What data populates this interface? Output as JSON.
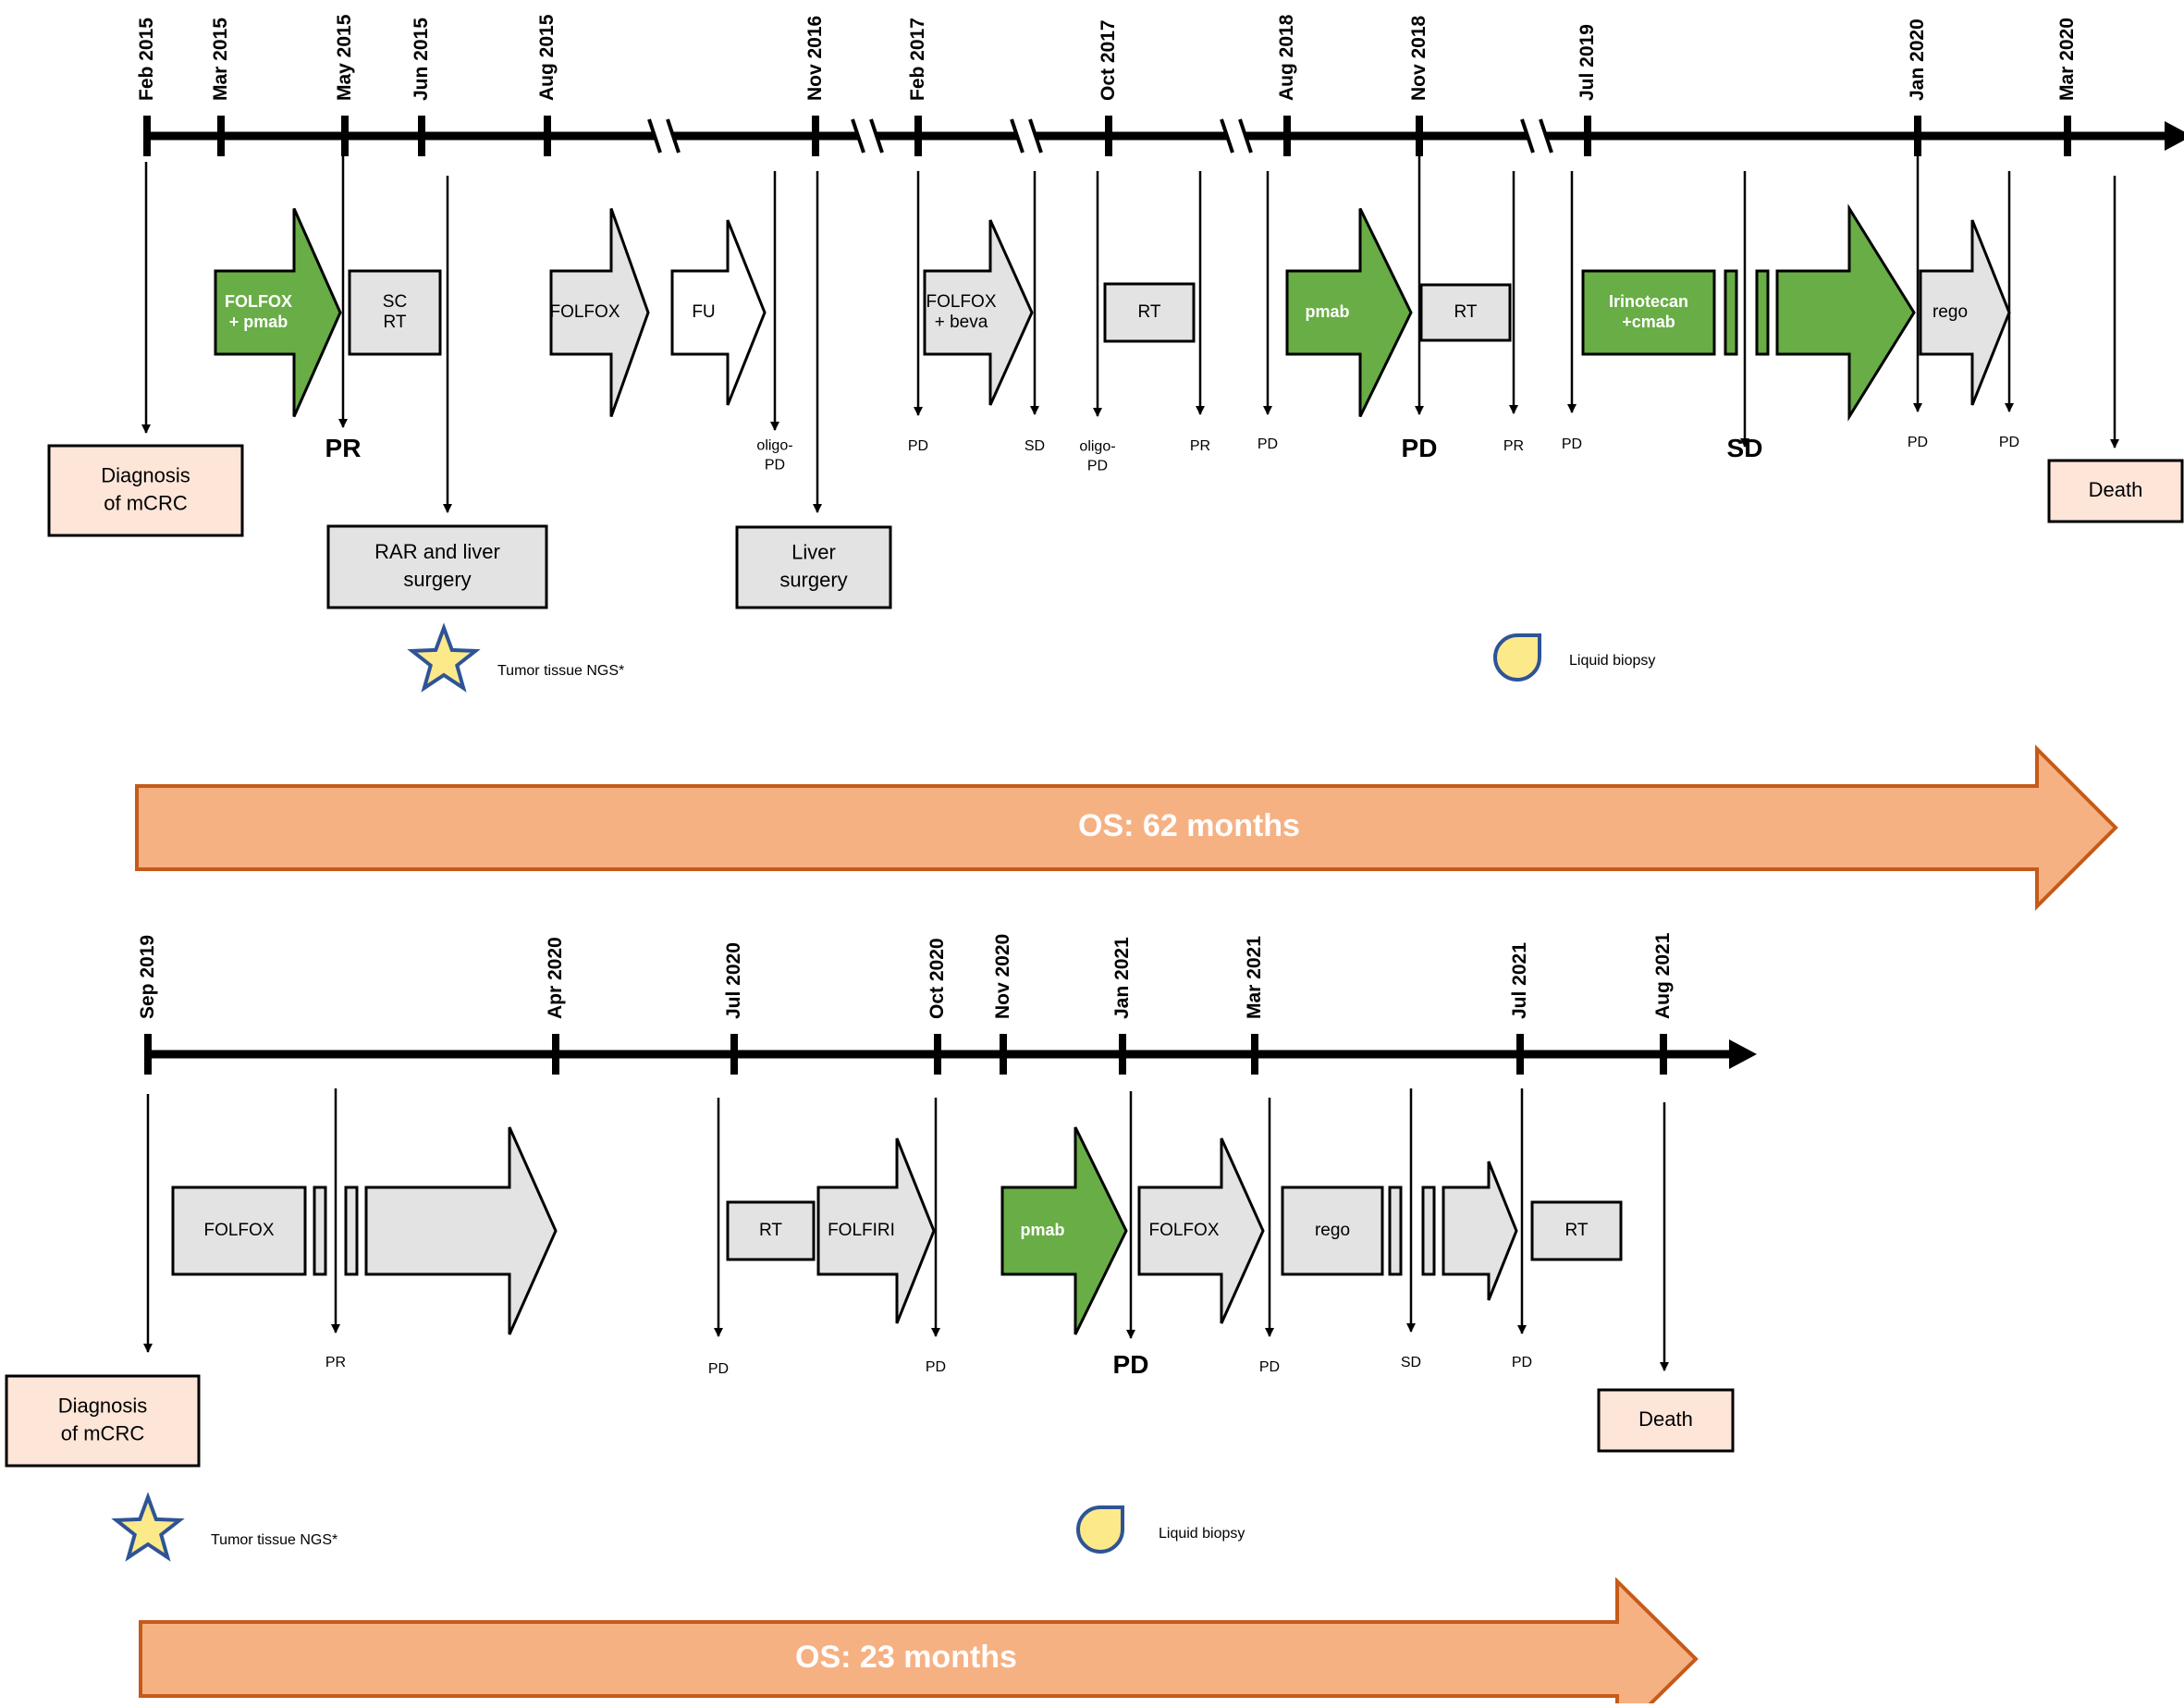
{
  "colors": {
    "axis": "#000000",
    "gray_fill": "#e3e3e3",
    "green_fill": "#68ad45",
    "white_fill": "#ffffff",
    "event_fill": "#fde5d8",
    "os_fill": "#f6b183",
    "os_stroke": "#c55a1a",
    "star_fill": "#fce98a",
    "star_stroke": "#2e5496",
    "drop_fill": "#fce98a",
    "drop_stroke": "#2e5496"
  },
  "panels": [
    {
      "id": "top",
      "dates": [
        "Feb 2015",
        "Mar 2015",
        "May 2015",
        "Jun 2015",
        "Aug 2015",
        "Nov 2016",
        "Feb 2017",
        "Oct 2017",
        "Aug 2018",
        "Nov 2018",
        "Jul 2019",
        "Jan 2020",
        "Mar 2020"
      ],
      "treatments": [
        {
          "label": "FOLFOX\n+ pmab",
          "color": "green"
        },
        {
          "label": "SC\nRT",
          "color": "gray"
        },
        {
          "label": "FOLFOX",
          "color": "gray"
        },
        {
          "label": "FU",
          "color": "white"
        },
        {
          "label": "FOLFOX\n+ beva",
          "color": "gray"
        },
        {
          "label": "RT",
          "color": "gray"
        },
        {
          "label": "pmab",
          "color": "green"
        },
        {
          "label": "RT",
          "color": "gray"
        },
        {
          "label": "Irinotecan\n+cmab",
          "color": "green"
        },
        {
          "label": "rego",
          "color": "gray"
        }
      ],
      "responses": [
        {
          "label": "PR",
          "bold": true
        },
        {
          "label": "oligo-\nPD",
          "bold": false
        },
        {
          "label": "PD",
          "bold": false
        },
        {
          "label": "SD",
          "bold": false
        },
        {
          "label": "oligo-\nPD",
          "bold": false
        },
        {
          "label": "PR",
          "bold": false
        },
        {
          "label": "PD",
          "bold": false
        },
        {
          "label": "PD",
          "bold": true
        },
        {
          "label": "PR",
          "bold": false
        },
        {
          "label": "PD",
          "bold": false
        },
        {
          "label": "SD",
          "bold": true
        },
        {
          "label": "PD",
          "bold": false
        },
        {
          "label": "PD",
          "bold": false
        }
      ],
      "events": [
        {
          "label": "Diagnosis\nof mCRC"
        },
        {
          "label": "RAR and liver\nsurgery"
        },
        {
          "label": "Liver\nsurgery"
        },
        {
          "label": "Death"
        }
      ],
      "ngs_label": "Tumor tissue NGS*",
      "biopsy_label": "Liquid biopsy",
      "os_label": "OS: 62 months"
    },
    {
      "id": "bottom",
      "dates": [
        "Sep 2019",
        "Apr 2020",
        "Jul 2020",
        "Oct 2020",
        "Nov 2020",
        "Jan 2021",
        "Mar 2021",
        "Jul 2021",
        "Aug 2021"
      ],
      "treatments": [
        {
          "label": "FOLFOX",
          "color": "gray"
        },
        {
          "label": "RT",
          "color": "gray"
        },
        {
          "label": "FOLFIRI",
          "color": "gray"
        },
        {
          "label": "pmab",
          "color": "green"
        },
        {
          "label": "FOLFOX",
          "color": "gray"
        },
        {
          "label": "rego",
          "color": "gray"
        },
        {
          "label": "RT",
          "color": "gray"
        }
      ],
      "responses": [
        {
          "label": "PR",
          "bold": false
        },
        {
          "label": "PD",
          "bold": false
        },
        {
          "label": "PD",
          "bold": false
        },
        {
          "label": "PD",
          "bold": true
        },
        {
          "label": "PD",
          "bold": false
        },
        {
          "label": "SD",
          "bold": false
        },
        {
          "label": "PD",
          "bold": false
        }
      ],
      "events": [
        {
          "label": "Diagnosis\nof mCRC"
        },
        {
          "label": "Death"
        }
      ],
      "ngs_label": "Tumor tissue NGS*",
      "biopsy_label": "Liquid biopsy",
      "os_label": "OS: 23 months"
    }
  ]
}
